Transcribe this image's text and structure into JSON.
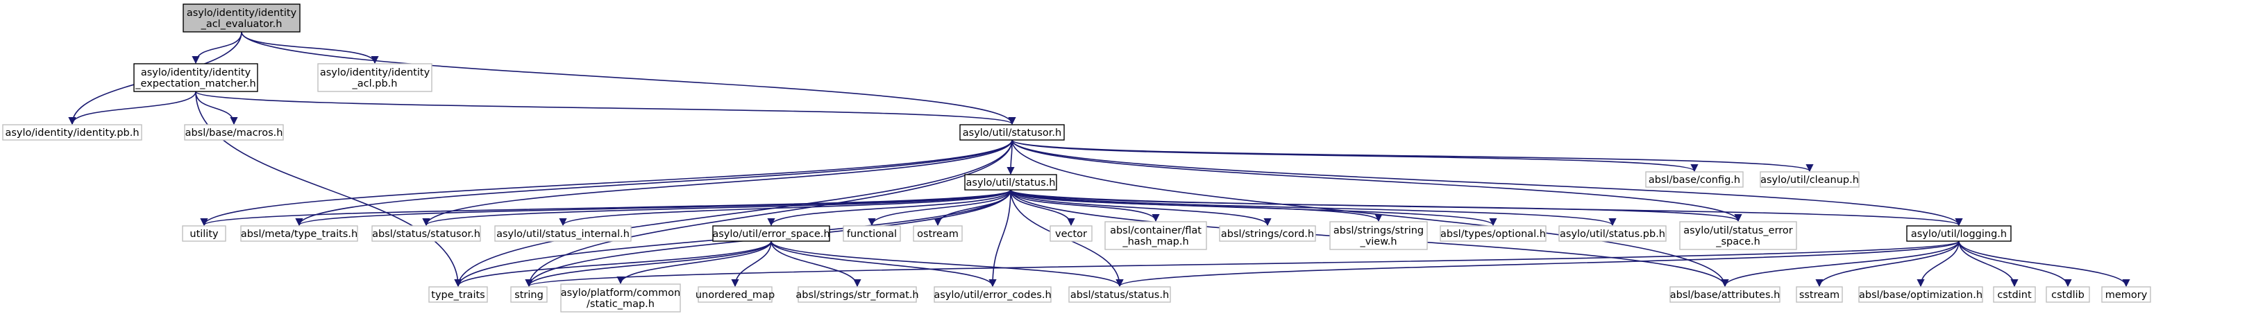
{
  "nodes": [
    {
      "id": "acl_evaluator",
      "lines": [
        "asylo/identity/identity",
        "_acl_evaluator.h"
      ]
    },
    {
      "id": "expectation_matcher",
      "lines": [
        "asylo/identity/identity",
        "_expectation_matcher.h"
      ]
    },
    {
      "id": "identity_acl_pb",
      "lines": [
        "asylo/identity/identity",
        "_acl.pb.h"
      ]
    },
    {
      "id": "identity_pb",
      "lines": [
        "asylo/identity/identity.pb.h"
      ]
    },
    {
      "id": "macros",
      "lines": [
        "absl/base/macros.h"
      ]
    },
    {
      "id": "statusor",
      "lines": [
        "asylo/util/statusor.h"
      ]
    },
    {
      "id": "status",
      "lines": [
        "asylo/util/status.h"
      ]
    },
    {
      "id": "config",
      "lines": [
        "absl/base/config.h"
      ]
    },
    {
      "id": "cleanup",
      "lines": [
        "asylo/util/cleanup.h"
      ]
    },
    {
      "id": "utility",
      "lines": [
        "utility"
      ]
    },
    {
      "id": "type_traits_meta",
      "lines": [
        "absl/meta/type_traits.h"
      ]
    },
    {
      "id": "status_statusor",
      "lines": [
        "absl/status/statusor.h"
      ]
    },
    {
      "id": "status_internal",
      "lines": [
        "asylo/util/status_internal.h"
      ]
    },
    {
      "id": "error_space",
      "lines": [
        "asylo/util/error_space.h"
      ]
    },
    {
      "id": "functional",
      "lines": [
        "functional"
      ]
    },
    {
      "id": "ostream",
      "lines": [
        "ostream"
      ]
    },
    {
      "id": "vector",
      "lines": [
        "vector"
      ]
    },
    {
      "id": "flat_hash_map",
      "lines": [
        "absl/container/flat",
        "_hash_map.h"
      ]
    },
    {
      "id": "cord",
      "lines": [
        "absl/strings/cord.h"
      ]
    },
    {
      "id": "string_view",
      "lines": [
        "absl/strings/string",
        "_view.h"
      ]
    },
    {
      "id": "optional",
      "lines": [
        "absl/types/optional.h"
      ]
    },
    {
      "id": "status_pb",
      "lines": [
        "asylo/util/status.pb.h"
      ]
    },
    {
      "id": "status_error_space",
      "lines": [
        "asylo/util/status_error",
        "_space.h"
      ]
    },
    {
      "id": "logging",
      "lines": [
        "asylo/util/logging.h"
      ]
    },
    {
      "id": "type_traits",
      "lines": [
        "type_traits"
      ]
    },
    {
      "id": "string",
      "lines": [
        "string"
      ]
    },
    {
      "id": "static_map",
      "lines": [
        "asylo/platform/common",
        "/static_map.h"
      ]
    },
    {
      "id": "unordered_map",
      "lines": [
        "unordered_map"
      ]
    },
    {
      "id": "str_format",
      "lines": [
        "absl/strings/str_format.h"
      ]
    },
    {
      "id": "error_codes",
      "lines": [
        "asylo/util/error_codes.h"
      ]
    },
    {
      "id": "absl_status",
      "lines": [
        "absl/status/status.h"
      ]
    },
    {
      "id": "attributes",
      "lines": [
        "absl/base/attributes.h"
      ]
    },
    {
      "id": "sstream",
      "lines": [
        "sstream"
      ]
    },
    {
      "id": "optimization",
      "lines": [
        "absl/base/optimization.h"
      ]
    },
    {
      "id": "cstdint",
      "lines": [
        "cstdint"
      ]
    },
    {
      "id": "cstdlib",
      "lines": [
        "cstdlib"
      ]
    },
    {
      "id": "memory",
      "lines": [
        "memory"
      ]
    }
  ],
  "edges": [
    [
      "acl_evaluator",
      "expectation_matcher"
    ],
    [
      "acl_evaluator",
      "identity_acl_pb"
    ],
    [
      "acl_evaluator",
      "identity_pb"
    ],
    [
      "acl_evaluator",
      "statusor"
    ],
    [
      "expectation_matcher",
      "identity_pb"
    ],
    [
      "expectation_matcher",
      "macros"
    ],
    [
      "expectation_matcher",
      "statusor"
    ],
    [
      "expectation_matcher",
      "type_traits"
    ],
    [
      "statusor",
      "status"
    ],
    [
      "statusor",
      "config"
    ],
    [
      "statusor",
      "cleanup"
    ],
    [
      "statusor",
      "logging"
    ],
    [
      "statusor",
      "utility"
    ],
    [
      "statusor",
      "type_traits_meta"
    ],
    [
      "statusor",
      "status_statusor"
    ],
    [
      "statusor",
      "string"
    ],
    [
      "statusor",
      "type_traits"
    ],
    [
      "statusor",
      "attributes"
    ],
    [
      "statusor",
      "status_error_space"
    ],
    [
      "status",
      "utility"
    ],
    [
      "status",
      "type_traits_meta"
    ],
    [
      "status",
      "status_statusor"
    ],
    [
      "status",
      "status_internal"
    ],
    [
      "status",
      "error_space"
    ],
    [
      "status",
      "functional"
    ],
    [
      "status",
      "ostream"
    ],
    [
      "status",
      "vector"
    ],
    [
      "status",
      "flat_hash_map"
    ],
    [
      "status",
      "cord"
    ],
    [
      "status",
      "string_view"
    ],
    [
      "status",
      "optional"
    ],
    [
      "status",
      "status_pb"
    ],
    [
      "status",
      "status_error_space"
    ],
    [
      "status",
      "logging"
    ],
    [
      "status",
      "type_traits"
    ],
    [
      "status",
      "string"
    ],
    [
      "status",
      "error_codes"
    ],
    [
      "status",
      "absl_status"
    ],
    [
      "status",
      "attributes"
    ],
    [
      "error_space",
      "type_traits"
    ],
    [
      "error_space",
      "string"
    ],
    [
      "error_space",
      "static_map"
    ],
    [
      "error_space",
      "unordered_map"
    ],
    [
      "error_space",
      "str_format"
    ],
    [
      "error_space",
      "error_codes"
    ],
    [
      "error_space",
      "absl_status"
    ],
    [
      "logging",
      "string"
    ],
    [
      "logging",
      "absl_status"
    ],
    [
      "logging",
      "attributes"
    ],
    [
      "logging",
      "sstream"
    ],
    [
      "logging",
      "optimization"
    ],
    [
      "logging",
      "cstdint"
    ],
    [
      "logging",
      "cstdlib"
    ],
    [
      "logging",
      "memory"
    ]
  ],
  "colors": {
    "edge": "#191970",
    "root_fill": "#bfbfbf",
    "border": "#000000",
    "external_border": "#bfbfbf"
  }
}
